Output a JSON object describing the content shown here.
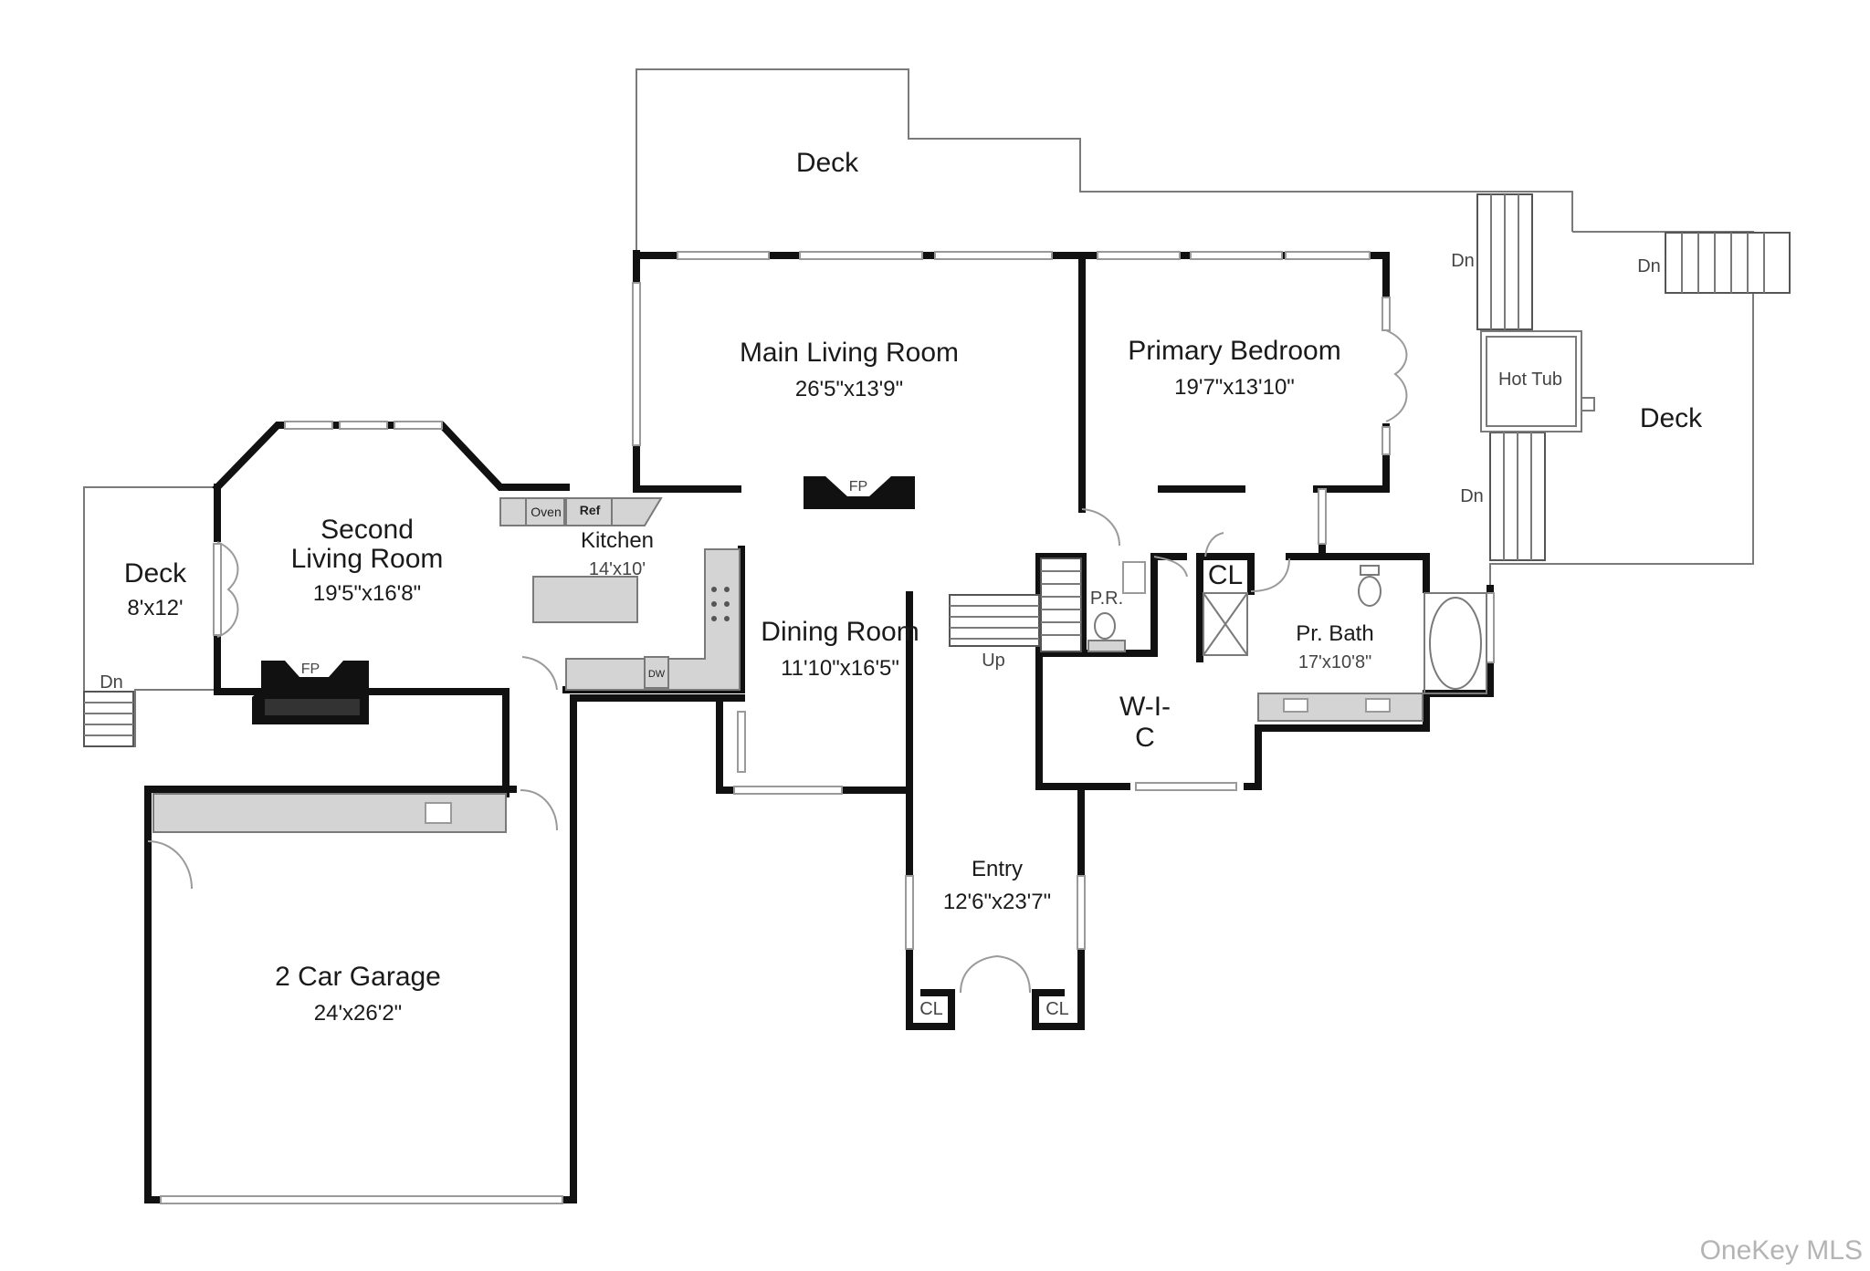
{
  "rooms": {
    "deck_top": {
      "name": "Deck"
    },
    "main_living": {
      "name": "Main Living Room",
      "dim": "26'5\"x13'9\""
    },
    "primary_bedroom": {
      "name": "Primary Bedroom",
      "dim": "19'7\"x13'10\""
    },
    "deck_right": {
      "name": "Deck"
    },
    "hot_tub": {
      "name": "Hot Tub"
    },
    "second_living": {
      "name_line1": "Second",
      "name_line2": "Living Room",
      "dim": "19'5\"x16'8\""
    },
    "deck_left": {
      "name": "Deck",
      "dim": "8'x12'"
    },
    "kitchen": {
      "name": "Kitchen",
      "dim": "14'x10'"
    },
    "dining": {
      "name": "Dining Room",
      "dim": "11'10\"x16'5\""
    },
    "pr": {
      "name": "P.R."
    },
    "cl_mid": {
      "name": "CL"
    },
    "pr_bath": {
      "name": "Pr. Bath",
      "dim": "17'x10'8\""
    },
    "wic": {
      "name_line1": "W-I-",
      "name_line2": "C"
    },
    "entry": {
      "name": "Entry",
      "dim": "12'6\"x23'7\""
    },
    "cl_left": {
      "name": "CL"
    },
    "cl_right": {
      "name": "CL"
    },
    "garage": {
      "name": "2 Car Garage",
      "dim": "24'x26'2\""
    }
  },
  "fixtures": {
    "fp_main": "FP",
    "fp_second": "FP",
    "oven": "Oven",
    "ref": "Ref",
    "dw": "DW",
    "up": "Up",
    "dn_left": "Dn",
    "dn_top_right1": "Dn",
    "dn_top_right2": "Dn",
    "dn_right": "Dn"
  },
  "watermark": "OneKey MLS"
}
